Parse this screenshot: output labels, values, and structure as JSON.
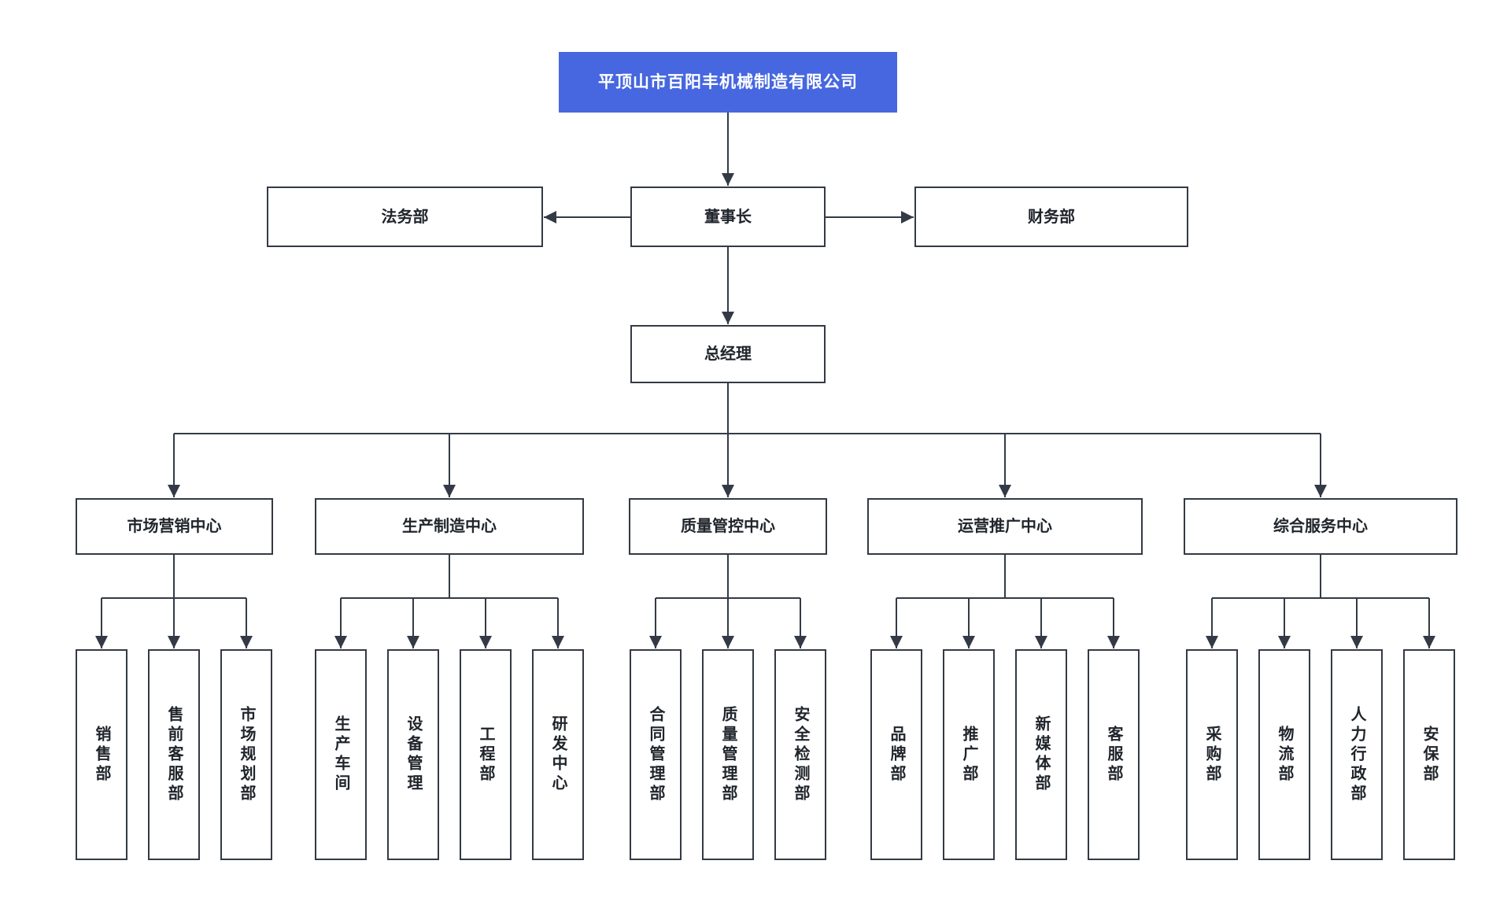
{
  "colors": {
    "brand_blue": "#4667E0",
    "line": "#333A45",
    "text_dark": "#20252C",
    "background": "#FFFFFF"
  },
  "org": {
    "company": "平顶山市百阳丰机械制造有限公司",
    "chairman": "董事长",
    "legal": "法务部",
    "finance": "财务部",
    "general_manager": "总经理",
    "centers": [
      {
        "label": "市场营销中心",
        "children": [
          "销售部",
          "售前客服部",
          "市场规划部"
        ]
      },
      {
        "label": "生产制造中心",
        "children": [
          "生产车间",
          "设备管理",
          "工程部",
          "研发中心"
        ]
      },
      {
        "label": "质量管控中心",
        "children": [
          "合同管理部",
          "质量管理部",
          "安全检测部"
        ]
      },
      {
        "label": "运营推广中心",
        "children": [
          "品牌部",
          "推广部",
          "新媒体部",
          "客服部"
        ]
      },
      {
        "label": "综合服务中心",
        "children": [
          "采购部",
          "物流部",
          "人力行政部",
          "安保部"
        ]
      }
    ]
  }
}
